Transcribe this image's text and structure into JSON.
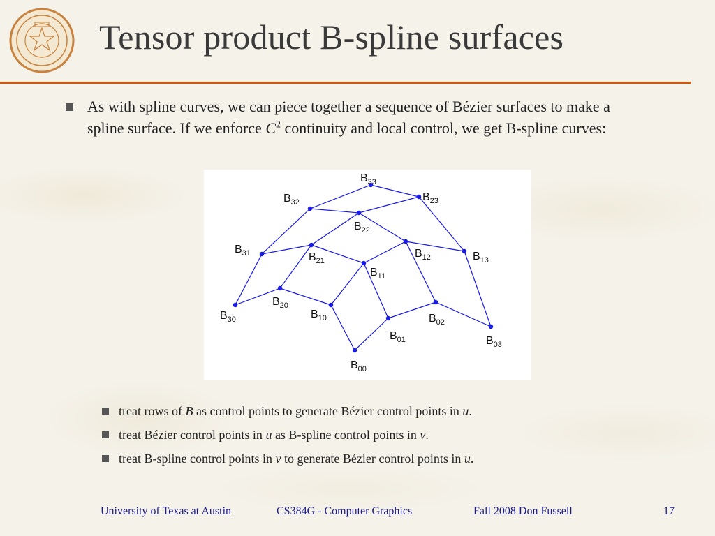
{
  "slide": {
    "title": "Tensor product B-spline surfaces",
    "logo_icon": "university-seal-icon",
    "accent_color": "#cc5a14",
    "bullet": {
      "part1": "As with spline curves, we can piece together a sequence of Bézier surfaces to make a spline surface.  If we enforce ",
      "var": "C",
      "sup": "2",
      "part2": " continuity and local control, we get B-spline curves:"
    },
    "figure": {
      "point_color": "#1a1ae6",
      "labels": {
        "b00": [
          "B",
          "00"
        ],
        "b01": [
          "B",
          "01"
        ],
        "b02": [
          "B",
          "02"
        ],
        "b03": [
          "B",
          "03"
        ],
        "b10": [
          "B",
          "10"
        ],
        "b11": [
          "B",
          "11"
        ],
        "b12": [
          "B",
          "12"
        ],
        "b13": [
          "B",
          "13"
        ],
        "b20": [
          "B",
          "20"
        ],
        "b21": [
          "B",
          "21"
        ],
        "b22": [
          "B",
          "22"
        ],
        "b23": [
          "B",
          "23"
        ],
        "b30": [
          "B",
          "30"
        ],
        "b31": [
          "B",
          "31"
        ],
        "b32": [
          "B",
          "32"
        ],
        "b33": [
          "B",
          "33"
        ]
      }
    },
    "sub_bullets": [
      {
        "pre": "treat rows of ",
        "em": "B",
        "post": " as control points to generate Bézier control points in ",
        "em2": "u",
        "end": "."
      },
      {
        "pre": "treat Bézier control points in ",
        "em": "u",
        "post": " as B-spline control points in ",
        "em2": "v",
        "end": "."
      },
      {
        "pre": "treat B-spline control points in ",
        "em": "v",
        "post": " to generate Bézier control points in ",
        "em2": "u",
        "end": "."
      }
    ]
  },
  "footer": {
    "institution": "University of Texas at Austin",
    "course": "CS384G  -   Computer Graphics",
    "term_author": "Fall 2008   Don Fussell",
    "page": "17"
  }
}
